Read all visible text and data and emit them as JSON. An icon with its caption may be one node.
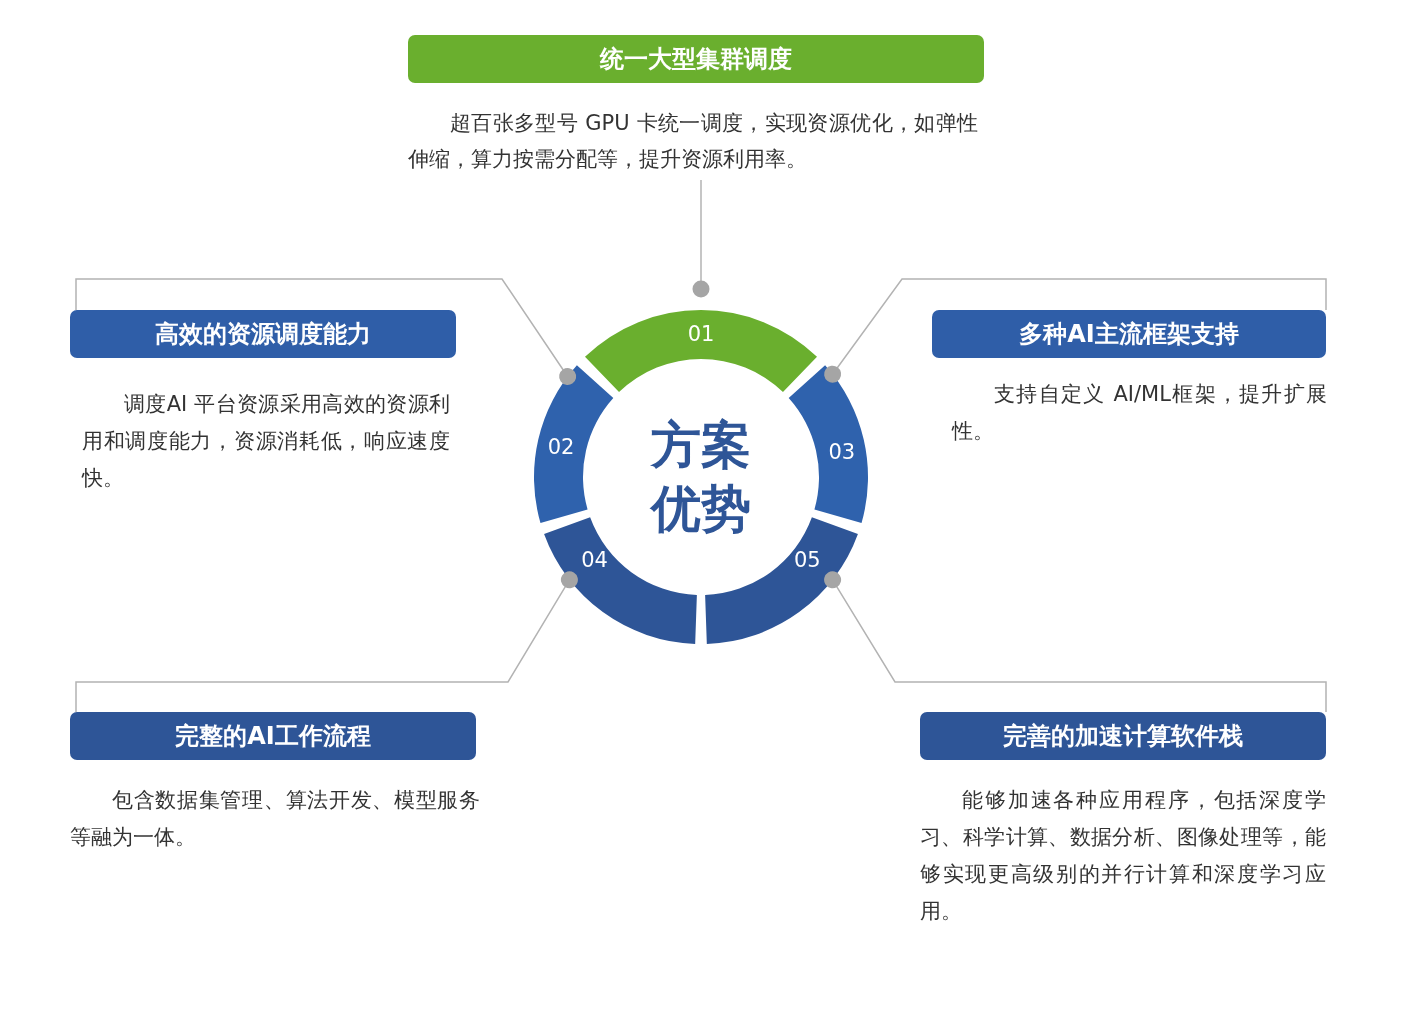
{
  "diagram": {
    "nodes": [
      {
        "text": [
          "统一大型集群调度",
          "超百张多型号 GPU 卡统一调度，实现资源优化，如弹性伸缩，算力按需分配等，提升资源利用率。"
        ]
      },
      {
        "text": [
          "高效的资源调度能力",
          "调度AI 平台资源采用高效的资源利用和调度能力，资源消耗低，响应速度快。"
        ]
      },
      {
        "text": [
          "多种AI主流框架支持",
          "支持自定义 AI/ML框架，提升扩展性。"
        ]
      },
      {
        "text": [
          "完整的AI工作流程",
          "包含数据集管理、算法开发、模型服务等融为一体。"
        ]
      },
      {
        "text": [
          "完善的加速计算软件栈",
          "能够加速各种应用程序，包括深度学习、科学计算、数据分析、图像处理等，能够实现更高级别的并行计算和深度学习应用。"
        ]
      },
      {
        "text": [
          "方案优势"
        ]
      },
      {
        "text": [
          "01"
        ]
      },
      {
        "text": [
          "02"
        ]
      },
      {
        "text": [
          "03"
        ]
      },
      {
        "text": [
          "04"
        ]
      },
      {
        "text": [
          "05"
        ]
      }
    ],
    "edges": [
      {
        "from": 0,
        "to": 6,
        "arrow": "other"
      },
      {
        "from": 1,
        "to": 7,
        "arrow": "other"
      },
      {
        "from": 2,
        "to": 8,
        "arrow": "other"
      },
      {
        "from": 3,
        "to": 9,
        "arrow": "other"
      },
      {
        "from": 4,
        "to": 10,
        "arrow": "other"
      }
    ]
  }
}
